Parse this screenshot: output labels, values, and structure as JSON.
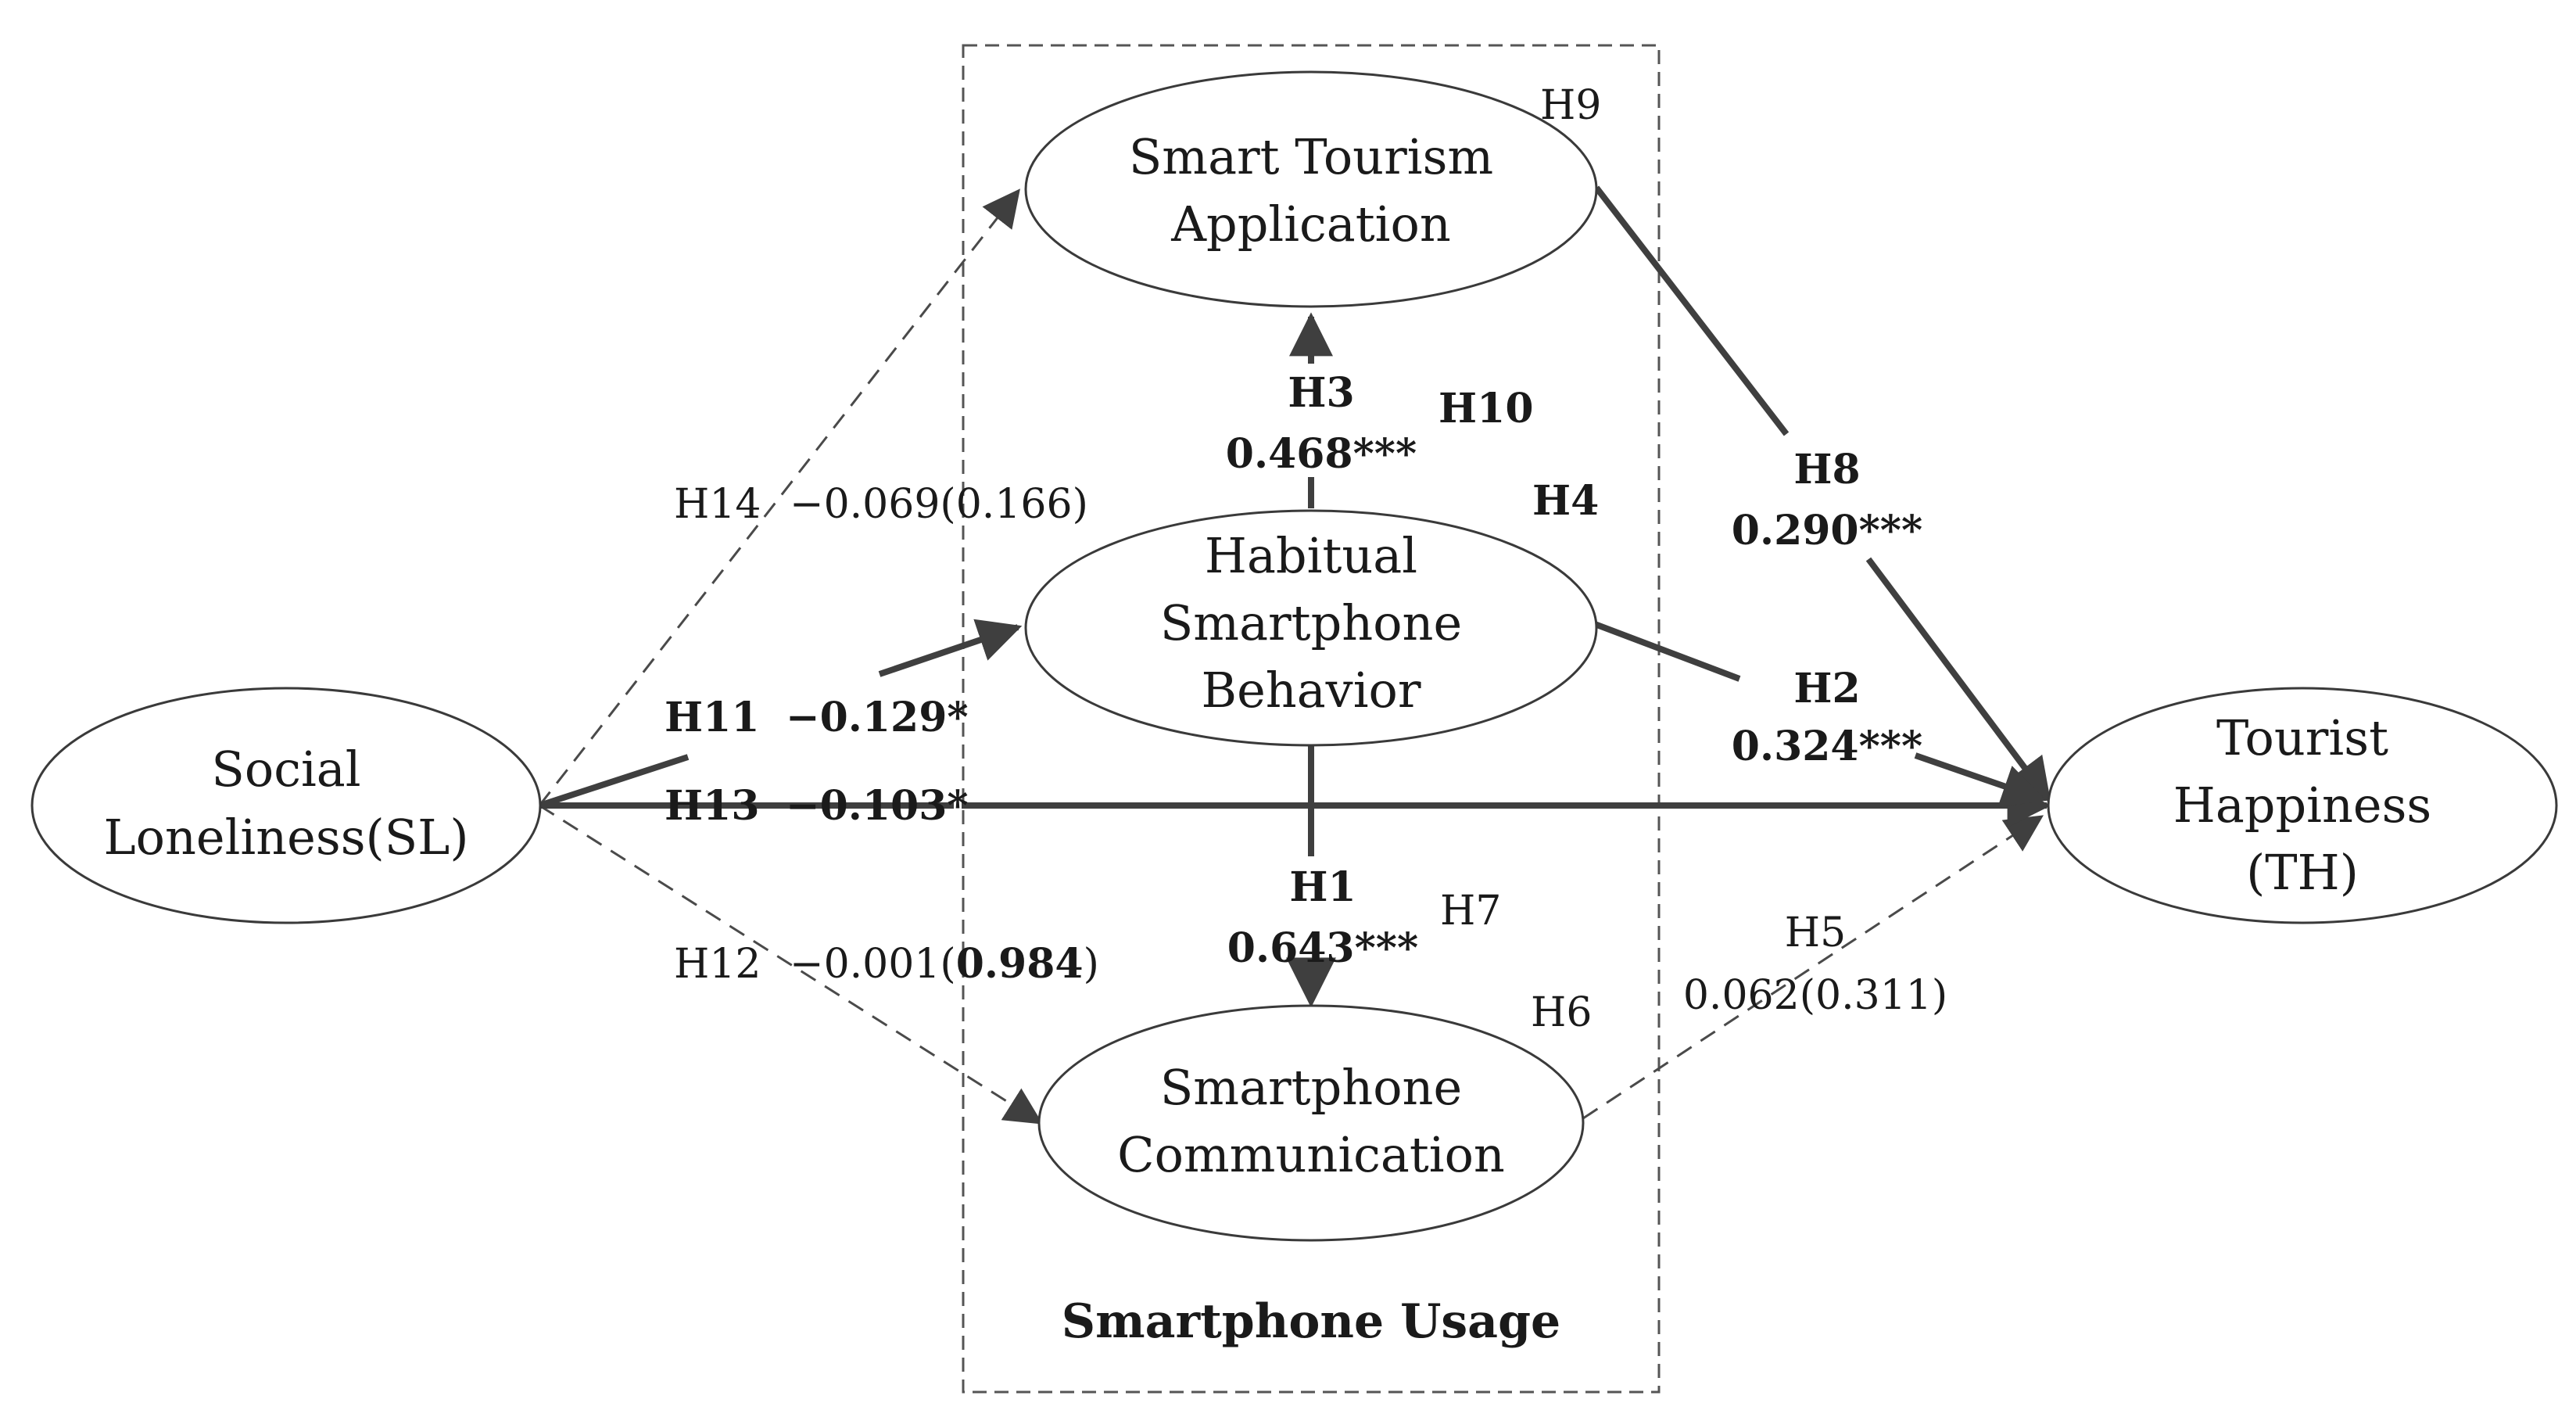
{
  "box": {
    "label": "Smartphone Usage"
  },
  "nodes": {
    "sta": {
      "line1": "Smart Tourism",
      "line2": "Application",
      "tag": "H9"
    },
    "hsb": {
      "line1": "Habitual",
      "line2": "Smartphone",
      "line3": "Behavior"
    },
    "sc": {
      "line1": "Smartphone",
      "line2": "Communication",
      "tag": "H6"
    },
    "sl": {
      "line1": "Social",
      "line2": "Loneliness(SL)"
    },
    "th": {
      "line1": "Tourist",
      "line2": "Happiness",
      "line3": "(TH)"
    }
  },
  "paths": {
    "h14": {
      "name": "H14",
      "value": "−0.069(0.166)"
    },
    "h11": {
      "name": "H11",
      "value": "−0.129*"
    },
    "h13": {
      "name": "H13",
      "value": "−0.103*"
    },
    "h12": {
      "name": "H12",
      "value": "−0.001(",
      "value_bold": "0.984",
      "value_end": ")"
    },
    "h3": {
      "name": "H3",
      "value": "0.468***"
    },
    "h10": {
      "name": "H10"
    },
    "h4": {
      "name": "H4"
    },
    "h1": {
      "name": "H1",
      "value": "0.643***"
    },
    "h7": {
      "name": "H7"
    },
    "h8": {
      "name": "H8",
      "value": "0.290***"
    },
    "h2": {
      "name": "H2",
      "value": "0.324***"
    },
    "h5": {
      "name": "H5",
      "value": "0.062(0.311)"
    }
  },
  "colors": {
    "line": "#3f3f3f",
    "text": "#1a1a1a",
    "background": "#ffffff"
  }
}
